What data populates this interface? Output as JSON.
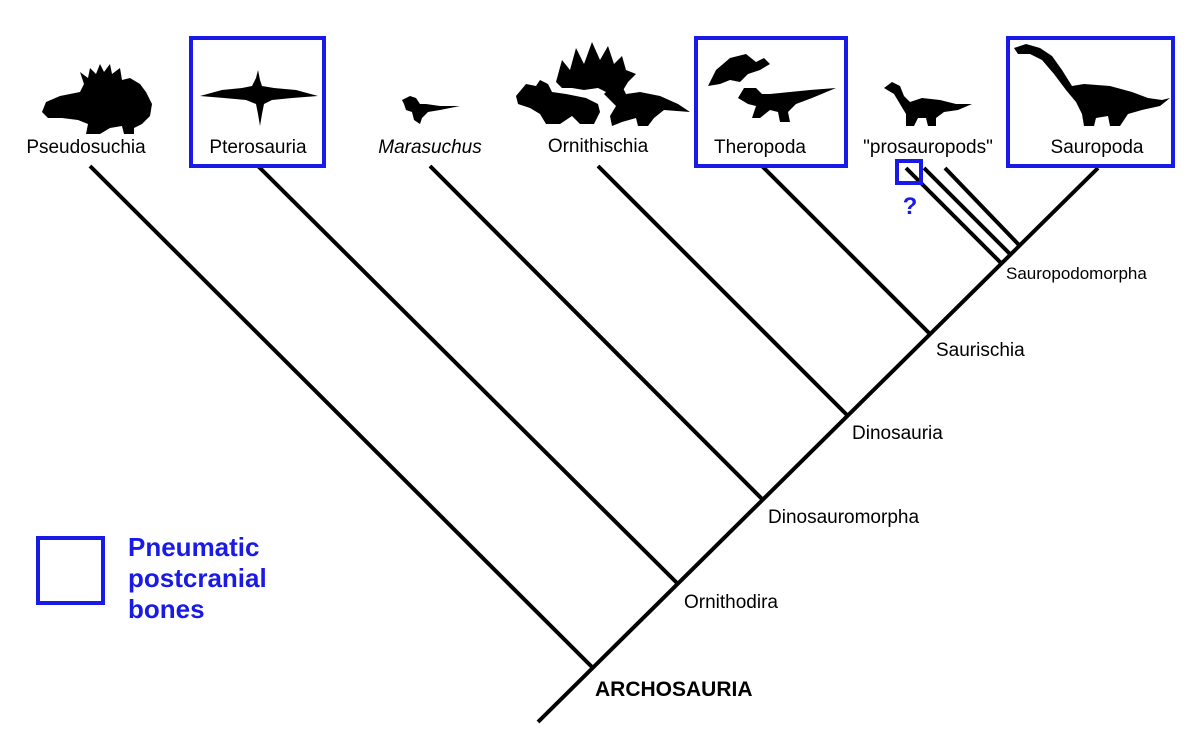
{
  "diagram": {
    "root": "ARCHOSAURIA",
    "taxa": [
      {
        "id": "pseudosuchia",
        "label": "Pseudosuchia",
        "pneumatic": false,
        "icon": "crocodile-silhouette-icon"
      },
      {
        "id": "pterosauria",
        "label": "Pterosauria",
        "pneumatic": true,
        "icon": "pterosaur-silhouette-icon"
      },
      {
        "id": "marasuchus",
        "label": "Marasuchus",
        "pneumatic": false,
        "italic": true,
        "icon": "marasuchus-silhouette-icon"
      },
      {
        "id": "ornithischia",
        "label": "Ornithischia",
        "pneumatic": false,
        "icon": "ornithischian-silhouette-icon"
      },
      {
        "id": "theropoda",
        "label": "Theropoda",
        "pneumatic": true,
        "icon": "theropod-silhouette-icon"
      },
      {
        "id": "prosauropods",
        "label": "\"prosauropods\"",
        "pneumatic": "uncertain",
        "icon": "prosauropod-silhouette-icon"
      },
      {
        "id": "sauropoda",
        "label": "Sauropoda",
        "pneumatic": true,
        "icon": "sauropod-silhouette-icon"
      }
    ],
    "nodes": [
      "Ornithodira",
      "Dinosauromorpha",
      "Dinosauria",
      "Saurischia",
      "Sauropodomorpha"
    ],
    "uncertain_mark": "?",
    "legend": {
      "lines": [
        "Pneumatic",
        "postcranial",
        "bones"
      ]
    },
    "colors": {
      "highlight": "#1a1ae6",
      "line": "#000000",
      "background": "#ffffff"
    }
  }
}
